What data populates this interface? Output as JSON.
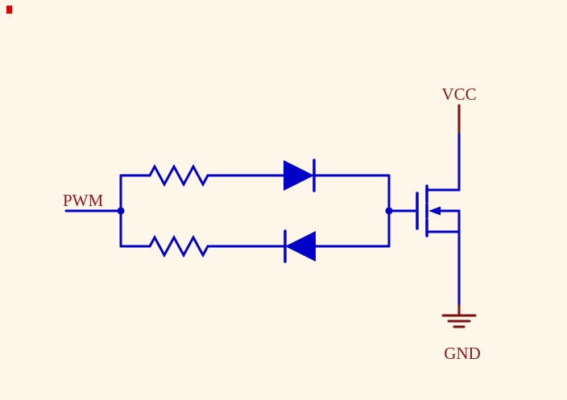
{
  "schematic": {
    "background": "#FDF6E9",
    "wire_color": "#0000C8",
    "label_color": "#8B1A1A",
    "power_symbol_color": "#7A1010",
    "marker_color": "#E00000",
    "labels": {
      "pwm": "PWM",
      "vcc": "VCC",
      "gnd": "GND"
    },
    "components": {
      "resistor_top": "resistor",
      "resistor_bottom": "resistor",
      "diode_top": "diode-pointing-right",
      "diode_bottom": "diode-pointing-left",
      "transistor": "n-channel-mosfet",
      "ground": "ground-symbol",
      "power": "vcc-power-port"
    }
  }
}
